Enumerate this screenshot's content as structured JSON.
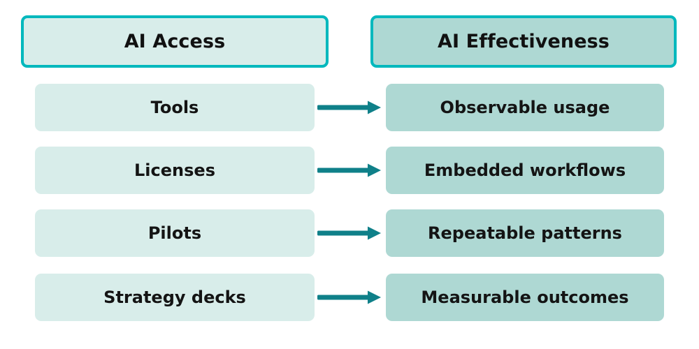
{
  "diagram": {
    "title_left": "AI Access",
    "title_right": "AI Effectiveness",
    "colors": {
      "accent_border": "#00b8bd",
      "left_fill": "#d8edea",
      "right_fill": "#aed8d3",
      "arrow": "#0f8089",
      "text": "#111111",
      "background": "#ffffff"
    },
    "arrow_icon_name": "arrow-right-icon",
    "rows": [
      {
        "left": "Tools",
        "right": "Observable usage"
      },
      {
        "left": "Licenses",
        "right": "Embedded workflows"
      },
      {
        "left": "Pilots",
        "right": "Repeatable patterns"
      },
      {
        "left": "Strategy decks",
        "right": "Measurable outcomes"
      }
    ]
  }
}
